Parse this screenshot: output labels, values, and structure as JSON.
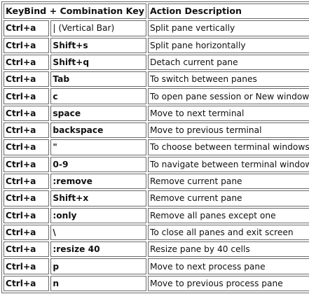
{
  "table": {
    "headers": [
      "KeyBind + Combination Key",
      "Action Description"
    ],
    "rows": [
      {
        "key": "Ctrl+a",
        "combo": "| (Vertical Bar)",
        "combo_bold": false,
        "action": "Split pane vertically"
      },
      {
        "key": "Ctrl+a",
        "combo": "Shift+s",
        "combo_bold": true,
        "action": "Split pane horizontally"
      },
      {
        "key": "Ctrl+a",
        "combo": "Shift+q",
        "combo_bold": true,
        "action": "Detach current pane"
      },
      {
        "key": "Ctrl+a",
        "combo": "Tab",
        "combo_bold": true,
        "action": "To switch between panes"
      },
      {
        "key": "Ctrl+a",
        "combo": "c",
        "combo_bold": true,
        "action": "To open pane session or New window"
      },
      {
        "key": "Ctrl+a",
        "combo": "space",
        "combo_bold": true,
        "action": "Move to next terminal"
      },
      {
        "key": "Ctrl+a",
        "combo": "backspace",
        "combo_bold": true,
        "action": "Move to previous terminal"
      },
      {
        "key": "Ctrl+a",
        "combo": "\"",
        "combo_bold": true,
        "action": "To choose between terminal windows"
      },
      {
        "key": "Ctrl+a",
        "combo": "0-9",
        "combo_bold": true,
        "action": "To navigate between terminal windows"
      },
      {
        "key": "Ctrl+a",
        "combo": ":remove",
        "combo_bold": true,
        "action": "Remove current pane"
      },
      {
        "key": "Ctrl+a",
        "combo": "Shift+x",
        "combo_bold": true,
        "action": "Remove current pane"
      },
      {
        "key": "Ctrl+a",
        "combo": ":only",
        "combo_bold": true,
        "action": "Remove all panes except one"
      },
      {
        "key": "Ctrl+a",
        "combo": "\\",
        "combo_bold": true,
        "action": "To close all panes and exit screen"
      },
      {
        "key": "Ctrl+a",
        "combo": ":resize 40",
        "combo_bold": true,
        "action": "Resize pane by 40 cells"
      },
      {
        "key": "Ctrl+a",
        "combo": "p",
        "combo_bold": true,
        "action": "Move to next process pane"
      },
      {
        "key": "Ctrl+a",
        "combo": "n",
        "combo_bold": true,
        "action": "Move to previous process pane"
      }
    ]
  }
}
